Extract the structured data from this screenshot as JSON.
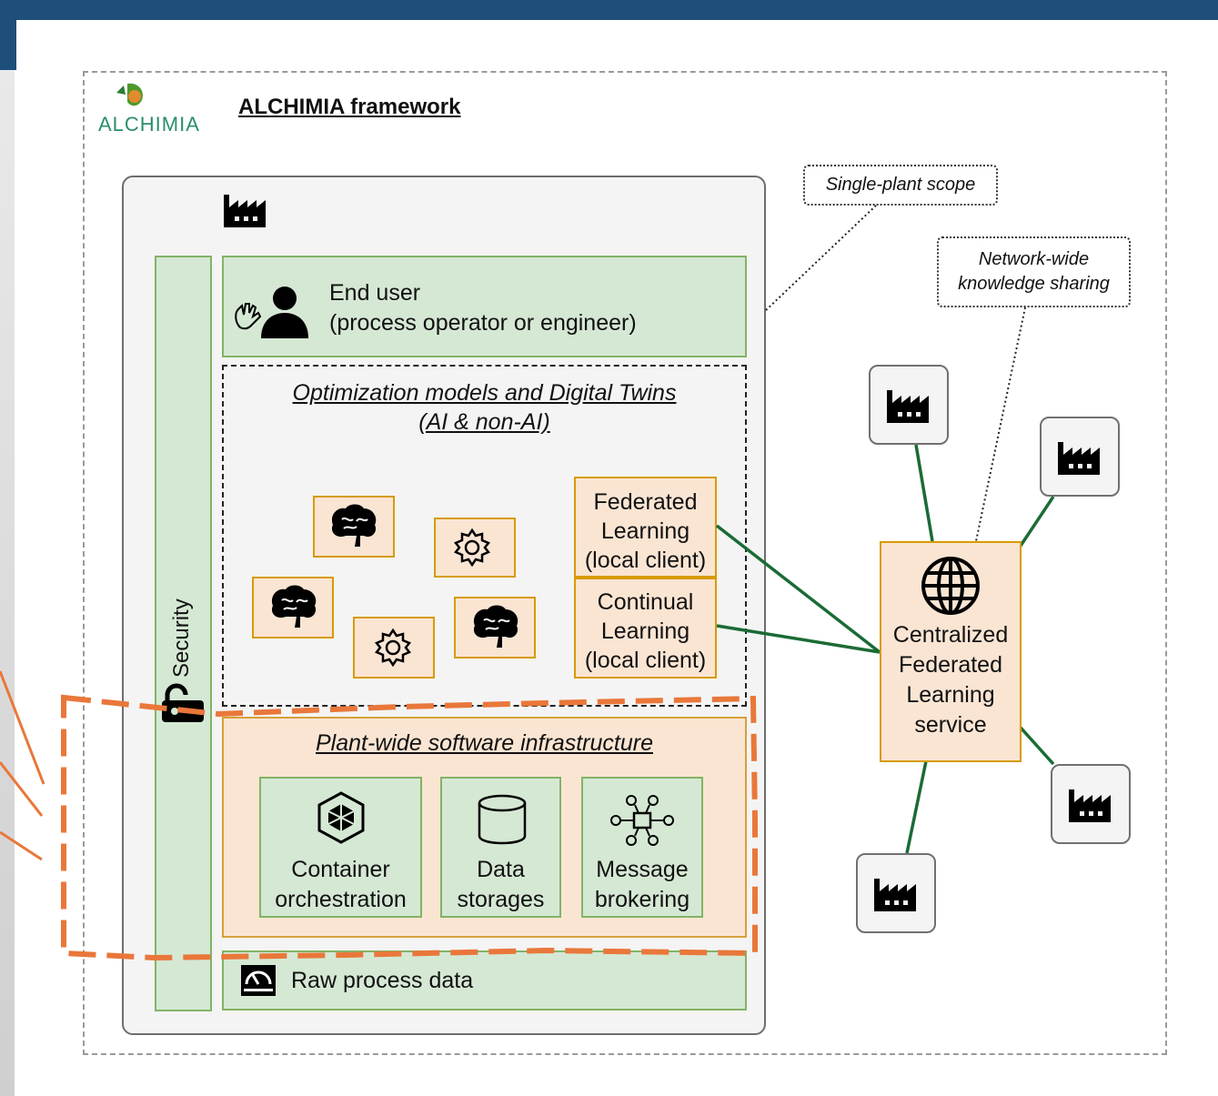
{
  "logo_text": "ALCHIMIA",
  "framework_title": "ALCHIMIA framework",
  "callouts": {
    "single_plant": "Single-plant scope",
    "network_line1": "Network-wide",
    "network_line2": "knowledge sharing"
  },
  "end_user": {
    "line1": "End user",
    "line2": "(process operator or engineer)"
  },
  "optimization": {
    "line1": "Optimization models and Digital Twins",
    "line2": "(AI & non-AI)"
  },
  "federated_local": {
    "line1": "Federated",
    "line2": "Learning",
    "line3": "(local client)"
  },
  "continual_local": {
    "line1": "Continual",
    "line2": "Learning",
    "line3": "(local client)"
  },
  "security": "Security",
  "infrastructure": {
    "title": "Plant-wide software infrastructure",
    "container": {
      "line1": "Container",
      "line2": "orchestration"
    },
    "data": {
      "line1": "Data",
      "line2": "storages"
    },
    "message": {
      "line1": "Message",
      "line2": "brokering"
    }
  },
  "raw_data": "Raw process data",
  "central_service": {
    "line1": "Centralized",
    "line2": "Federated",
    "line3": "Learning",
    "line4": "service"
  },
  "icons": [
    "factory-icon",
    "wave-hand-icon",
    "person-icon",
    "brain-icon",
    "gear-icon",
    "lock-icon",
    "cube-network-icon",
    "database-icon",
    "broker-icon",
    "gauge-icon",
    "globe-icon",
    "alchimia-logo"
  ],
  "colors": {
    "green_fill": "#d5e8d4",
    "green_border": "#82b366",
    "peach_fill": "#fae5d3",
    "peach_border": "#d79b00",
    "link_green": "#1a6b35",
    "highlight_orange": "#e9773a"
  }
}
